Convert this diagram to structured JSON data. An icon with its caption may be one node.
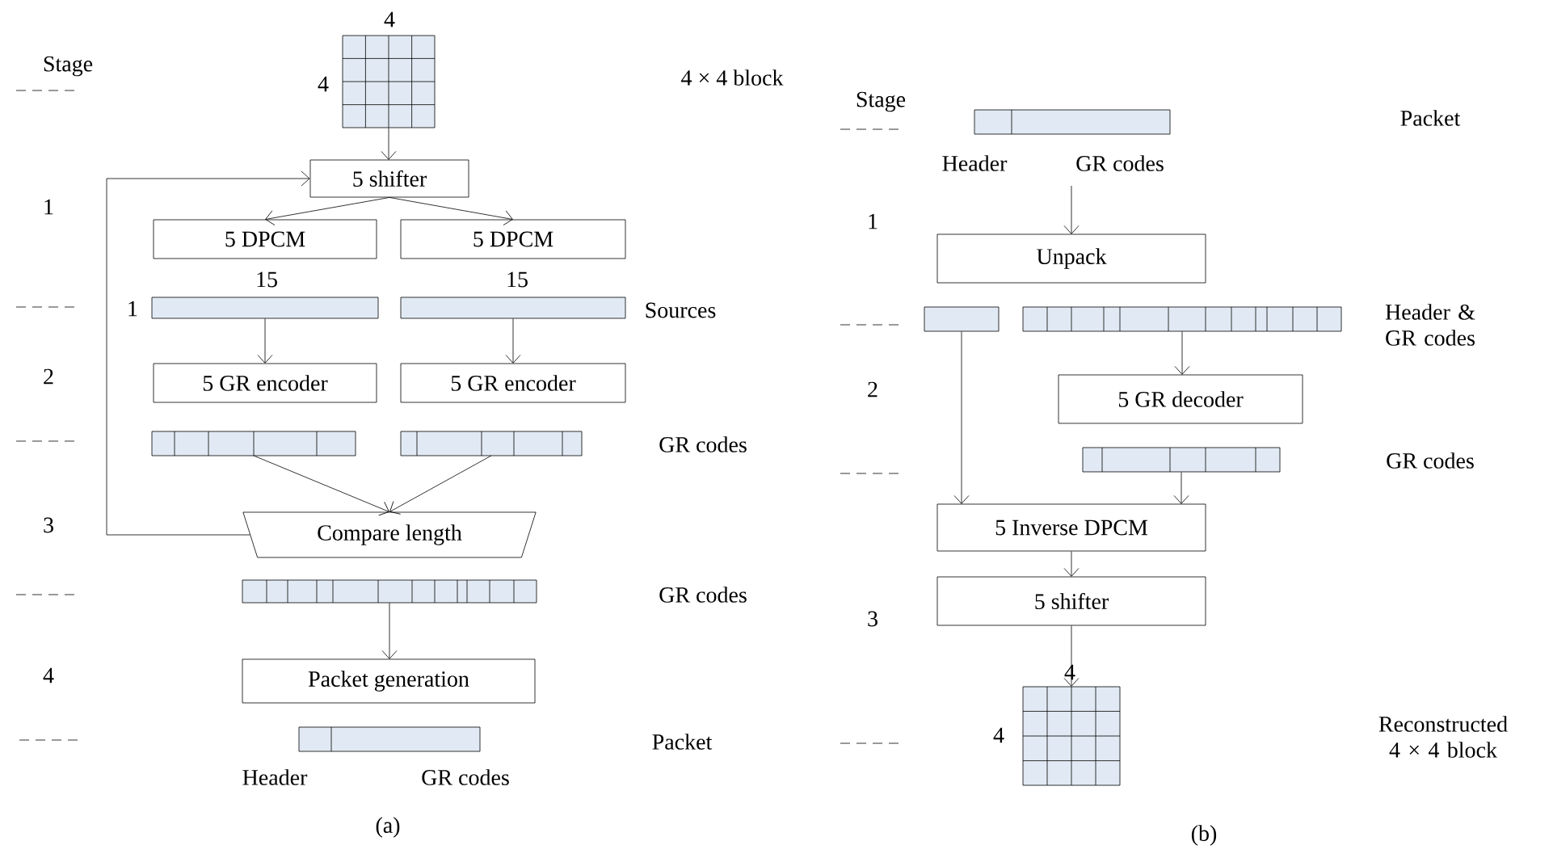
{
  "diagram": {
    "nodes": [
      {
        "text": [],
        "shape": "grid"
      },
      {
        "text": [
          "5 shifter"
        ]
      },
      {
        "text": [
          "5 DPCM"
        ]
      },
      {
        "text": [
          "5 DPCM"
        ]
      },
      {
        "text": [],
        "shape": "bar"
      },
      {
        "text": [],
        "shape": "bar"
      },
      {
        "text": [
          "5 GR encoder"
        ]
      },
      {
        "text": [
          "5 GR encoder"
        ]
      },
      {
        "text": [],
        "shape": "bar"
      },
      {
        "text": [],
        "shape": "bar"
      },
      {
        "text": [
          "Compare length"
        ]
      },
      {
        "text": [],
        "shape": "bar"
      },
      {
        "text": [
          "Packet generation"
        ]
      },
      {
        "text": [],
        "shape": "bar"
      },
      {
        "text": [],
        "shape": "bar"
      },
      {
        "text": [
          "Unpack"
        ]
      },
      {
        "text": [],
        "shape": "bar"
      },
      {
        "text": [],
        "shape": "bar"
      },
      {
        "text": [
          "5 GR decoder"
        ]
      },
      {
        "text": [],
        "shape": "bar"
      },
      {
        "text": [
          "5 Inverse DPCM"
        ]
      },
      {
        "text": [
          "5 shifter"
        ]
      },
      {
        "text": [],
        "shape": "grid"
      }
    ],
    "edges": [
      {
        "from": 0,
        "to": 1,
        "arrow": "to"
      },
      {
        "from": 1,
        "to": 2,
        "arrow": "to"
      },
      {
        "from": 1,
        "to": 3,
        "arrow": "to"
      },
      {
        "from": 4,
        "to": 6,
        "arrow": "to"
      },
      {
        "from": 5,
        "to": 7,
        "arrow": "to"
      },
      {
        "from": 8,
        "to": 10,
        "arrow": "to"
      },
      {
        "from": 9,
        "to": 10,
        "arrow": "to"
      },
      {
        "from": 10,
        "to": 1,
        "arrow": "to"
      },
      {
        "from": 11,
        "to": 12,
        "arrow": "to"
      },
      {
        "from": 14,
        "to": 15,
        "arrow": "to"
      },
      {
        "from": 17,
        "to": 18,
        "arrow": "to"
      },
      {
        "from": 16,
        "to": 20,
        "arrow": "to"
      },
      {
        "from": 19,
        "to": 20,
        "arrow": "to"
      },
      {
        "from": 20,
        "to": 21,
        "arrow": "to"
      },
      {
        "from": 21,
        "to": 22,
        "arrow": "to"
      }
    ],
    "labels": [
      "Stage",
      "4",
      "4",
      "4 × 4 block",
      "1",
      "15",
      "15",
      "1",
      "Sources",
      "2",
      "GR codes",
      "3",
      "GR codes",
      "4",
      "Packet",
      "Header",
      "GR codes",
      "(a)",
      "Stage",
      "Packet",
      "Header",
      "GR codes",
      "1",
      "Header & GR codes",
      "2",
      "GR codes",
      "3",
      "4",
      "4",
      "Reconstructed 4 × 4 block",
      "(b)"
    ]
  }
}
